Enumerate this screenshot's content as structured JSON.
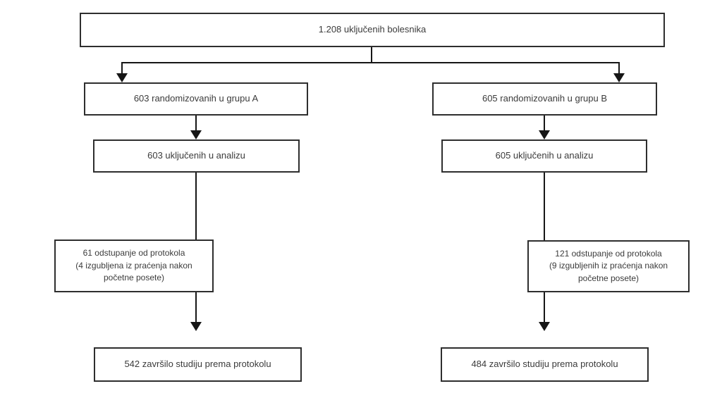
{
  "flowchart": {
    "colors": {
      "background": "#ffffff",
      "box_border": "#2e2e2e",
      "text": "#3b3b3b",
      "connector": "#161616"
    },
    "nodes": {
      "total": {
        "label": "1.208 uključenih bolesnika"
      },
      "group_a": {
        "label": "603 randomizovanih u grupu A"
      },
      "group_b": {
        "label": "605 randomizovanih u grupu B"
      },
      "analysis_a": {
        "label": "603 uključenih u analizu"
      },
      "analysis_b": {
        "label": "605 uključenih u analizu"
      },
      "deviation_a": {
        "lines": [
          "61 odstupanje od protokola",
          "(4 izgubljena iz praćenja nakon",
          "početne posete)"
        ]
      },
      "deviation_b": {
        "lines": [
          "121 odstupanje od protokola",
          "(9 izgubljenih iz praćenja nakon",
          "početne posete)"
        ]
      },
      "completed_a": {
        "label": "542 završilo studiju prema protokolu"
      },
      "completed_b": {
        "label": "484 završilo studiju prema protokolu"
      }
    }
  }
}
